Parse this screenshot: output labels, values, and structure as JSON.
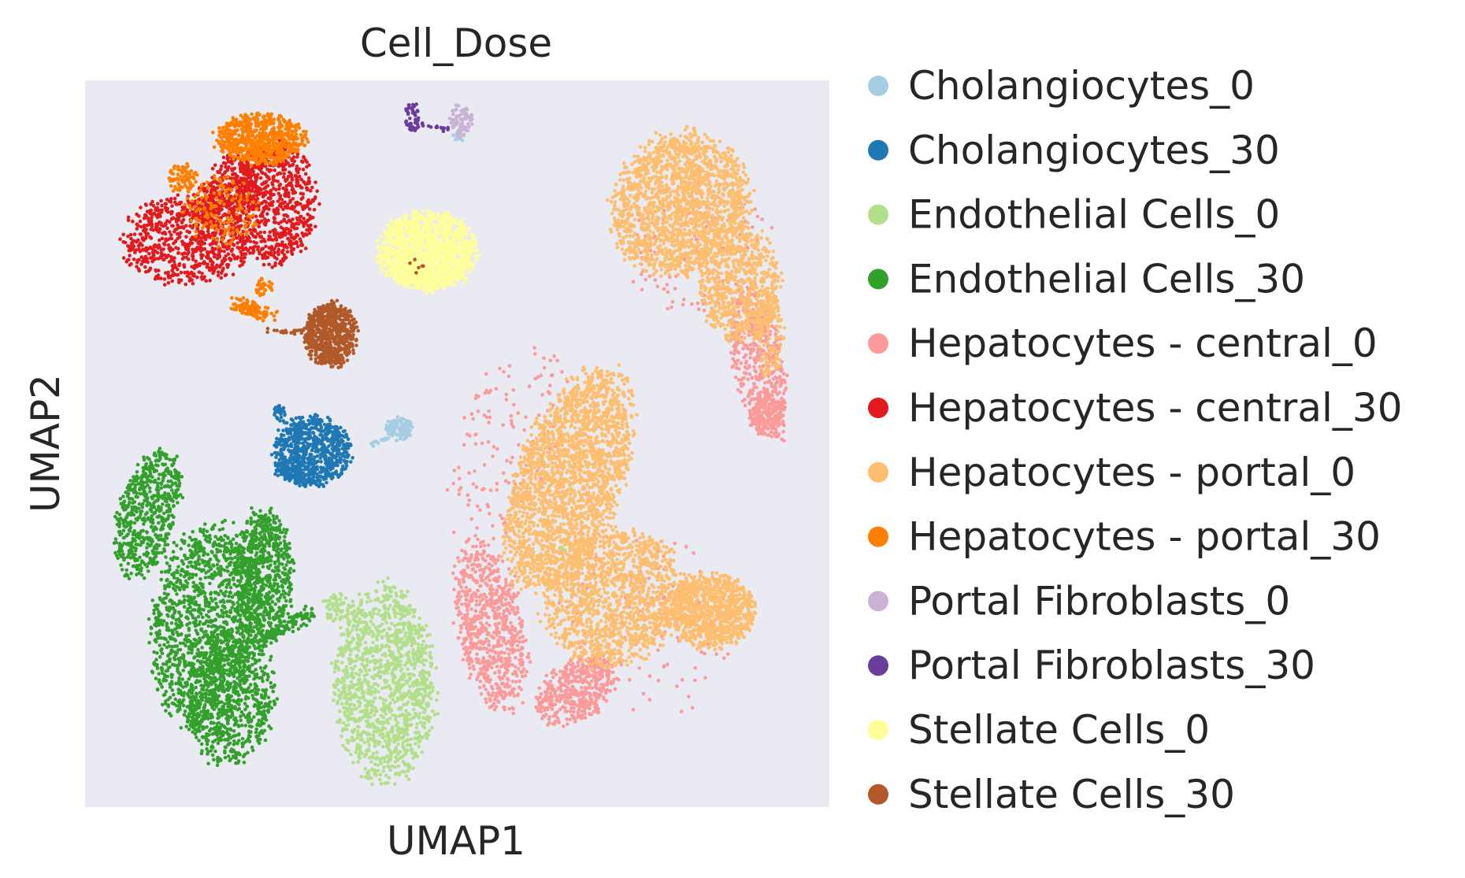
{
  "chart_data": {
    "type": "scatter",
    "title": "Cell_Dose",
    "xlabel": "UMAP1",
    "ylabel": "UMAP2",
    "xlim": [
      0,
      1
    ],
    "ylim": [
      0,
      1
    ],
    "grid": false,
    "legend_position": "right-outside",
    "background": "#eaeaf2",
    "series": [
      {
        "name": "Cholangiocytes_0",
        "color": "#a6cee3",
        "clusters": [
          {
            "cx": 0.422,
            "cy": 0.521,
            "rx": 0.018,
            "ry": 0.016,
            "n": 110,
            "shape": "blob",
            "angle": 0
          },
          {
            "cx": 0.398,
            "cy": 0.505,
            "rx": 0.02,
            "ry": 0.006,
            "n": 14,
            "shape": "band",
            "angle": 25
          },
          {
            "cx": 0.5,
            "cy": 0.922,
            "rx": 0.004,
            "ry": 0.012,
            "n": 10,
            "shape": "band",
            "angle": 80
          }
        ]
      },
      {
        "name": "Cholangiocytes_30",
        "color": "#1f78b4",
        "clusters": [
          {
            "cx": 0.305,
            "cy": 0.49,
            "rx": 0.052,
            "ry": 0.048,
            "n": 780,
            "shape": "blob",
            "angle": 0
          },
          {
            "cx": 0.275,
            "cy": 0.455,
            "rx": 0.022,
            "ry": 0.01,
            "n": 70,
            "shape": "band",
            "angle": -30
          },
          {
            "cx": 0.262,
            "cy": 0.542,
            "rx": 0.008,
            "ry": 0.012,
            "n": 30,
            "shape": "blob",
            "angle": 0
          }
        ]
      },
      {
        "name": "Endothelial Cells_0",
        "color": "#b2df8a",
        "clusters": [
          {
            "cx": 0.403,
            "cy": 0.17,
            "rx": 0.068,
            "ry": 0.135,
            "n": 1350,
            "shape": "blob",
            "angle": 0
          },
          {
            "cx": 0.34,
            "cy": 0.275,
            "rx": 0.022,
            "ry": 0.018,
            "n": 60,
            "shape": "blob",
            "angle": 0
          },
          {
            "cx": 0.645,
            "cy": 0.355,
            "rx": 0.008,
            "ry": 0.005,
            "n": 6,
            "shape": "blob",
            "angle": 0
          }
        ]
      },
      {
        "name": "Endothelial Cells_30",
        "color": "#33a02c",
        "clusters": [
          {
            "cx": 0.162,
            "cy": 0.25,
            "rx": 0.072,
            "ry": 0.14,
            "n": 1300,
            "shape": "blob",
            "angle": -7
          },
          {
            "cx": 0.195,
            "cy": 0.155,
            "rx": 0.06,
            "ry": 0.095,
            "n": 800,
            "shape": "blob",
            "angle": -5
          },
          {
            "cx": 0.24,
            "cy": 0.32,
            "rx": 0.04,
            "ry": 0.09,
            "n": 700,
            "shape": "blob",
            "angle": 0
          },
          {
            "cx": 0.085,
            "cy": 0.405,
            "rx": 0.04,
            "ry": 0.09,
            "n": 600,
            "shape": "blob",
            "angle": -15
          },
          {
            "cx": 0.272,
            "cy": 0.25,
            "rx": 0.04,
            "ry": 0.014,
            "n": 110,
            "shape": "band",
            "angle": 30
          }
        ]
      },
      {
        "name": "Hepatocytes - central_0",
        "color": "#fb9a99",
        "clusters": [
          {
            "cx": 0.545,
            "cy": 0.25,
            "rx": 0.045,
            "ry": 0.12,
            "n": 750,
            "shape": "blob",
            "angle": 10
          },
          {
            "cx": 0.66,
            "cy": 0.16,
            "rx": 0.06,
            "ry": 0.04,
            "n": 450,
            "shape": "blob",
            "angle": 35
          },
          {
            "cx": 0.905,
            "cy": 0.61,
            "rx": 0.035,
            "ry": 0.11,
            "n": 500,
            "shape": "blob",
            "angle": 10
          },
          {
            "cx": 0.915,
            "cy": 0.54,
            "rx": 0.022,
            "ry": 0.03,
            "n": 160,
            "shape": "blob",
            "angle": 0
          },
          {
            "cx": 0.57,
            "cy": 0.5,
            "rx": 0.07,
            "ry": 0.15,
            "n": 150,
            "shape": "blob",
            "angle": -20
          },
          {
            "cx": 0.825,
            "cy": 0.77,
            "rx": 0.09,
            "ry": 0.1,
            "n": 140,
            "shape": "blob",
            "angle": -35
          },
          {
            "cx": 0.76,
            "cy": 0.25,
            "rx": 0.11,
            "ry": 0.12,
            "n": 120,
            "shape": "blob",
            "angle": 45
          }
        ]
      },
      {
        "name": "Hepatocytes - central_30",
        "color": "#e31a1c",
        "clusters": [
          {
            "cx": 0.135,
            "cy": 0.78,
            "rx": 0.085,
            "ry": 0.06,
            "n": 750,
            "shape": "blob",
            "angle": 0
          },
          {
            "cx": 0.25,
            "cy": 0.83,
            "rx": 0.06,
            "ry": 0.085,
            "n": 800,
            "shape": "blob",
            "angle": 0
          },
          {
            "cx": 0.2,
            "cy": 0.86,
            "rx": 0.03,
            "ry": 0.04,
            "n": 200,
            "shape": "blob",
            "angle": 0
          },
          {
            "cx": 0.165,
            "cy": 0.83,
            "rx": 0.02,
            "ry": 0.03,
            "n": 120,
            "shape": "blob",
            "angle": 0
          }
        ]
      },
      {
        "name": "Hepatocytes - portal_0",
        "color": "#fdbf6f",
        "clusters": [
          {
            "cx": 0.65,
            "cy": 0.45,
            "rx": 0.07,
            "ry": 0.16,
            "n": 2200,
            "shape": "blob",
            "angle": -20
          },
          {
            "cx": 0.71,
            "cy": 0.29,
            "rx": 0.09,
            "ry": 0.1,
            "n": 1400,
            "shape": "blob",
            "angle": -40
          },
          {
            "cx": 0.84,
            "cy": 0.27,
            "rx": 0.06,
            "ry": 0.05,
            "n": 1000,
            "shape": "blob",
            "angle": 0
          },
          {
            "cx": 0.8,
            "cy": 0.83,
            "rx": 0.09,
            "ry": 0.1,
            "n": 1800,
            "shape": "blob",
            "angle": -30
          },
          {
            "cx": 0.88,
            "cy": 0.72,
            "rx": 0.055,
            "ry": 0.08,
            "n": 700,
            "shape": "blob",
            "angle": 0
          },
          {
            "cx": 0.92,
            "cy": 0.65,
            "rx": 0.02,
            "ry": 0.06,
            "n": 120,
            "shape": "blob",
            "angle": 0
          }
        ]
      },
      {
        "name": "Hepatocytes - portal_30",
        "color": "#ff7f00",
        "clusters": [
          {
            "cx": 0.235,
            "cy": 0.92,
            "rx": 0.06,
            "ry": 0.035,
            "n": 650,
            "shape": "blob",
            "angle": 0
          },
          {
            "cx": 0.13,
            "cy": 0.865,
            "rx": 0.02,
            "ry": 0.02,
            "n": 80,
            "shape": "blob",
            "angle": 0
          },
          {
            "cx": 0.185,
            "cy": 0.82,
            "rx": 0.05,
            "ry": 0.05,
            "n": 150,
            "shape": "blob",
            "angle": 0
          },
          {
            "cx": 0.225,
            "cy": 0.685,
            "rx": 0.01,
            "ry": 0.04,
            "n": 110,
            "shape": "band",
            "angle": 68
          },
          {
            "cx": 0.24,
            "cy": 0.715,
            "rx": 0.012,
            "ry": 0.012,
            "n": 30,
            "shape": "blob",
            "angle": 0
          }
        ]
      },
      {
        "name": "Portal Fibroblasts_0",
        "color": "#cab2d6",
        "clusters": [
          {
            "cx": 0.505,
            "cy": 0.945,
            "rx": 0.015,
            "ry": 0.022,
            "n": 80,
            "shape": "blob",
            "angle": 0
          }
        ]
      },
      {
        "name": "Portal Fibroblasts_30",
        "color": "#6a3d9a",
        "clusters": [
          {
            "cx": 0.44,
            "cy": 0.95,
            "rx": 0.01,
            "ry": 0.02,
            "n": 50,
            "shape": "blob",
            "angle": 0
          },
          {
            "cx": 0.472,
            "cy": 0.935,
            "rx": 0.02,
            "ry": 0.004,
            "n": 15,
            "shape": "band",
            "angle": -10
          }
        ]
      },
      {
        "name": "Stellate Cells_0",
        "color": "#ffff99",
        "clusters": [
          {
            "cx": 0.46,
            "cy": 0.765,
            "rx": 0.065,
            "ry": 0.055,
            "n": 1300,
            "shape": "blob",
            "angle": 0
          }
        ]
      },
      {
        "name": "Stellate Cells_30",
        "color": "#b15928",
        "clusters": [
          {
            "cx": 0.33,
            "cy": 0.65,
            "rx": 0.035,
            "ry": 0.045,
            "n": 700,
            "shape": "blob",
            "angle": 0
          },
          {
            "cx": 0.27,
            "cy": 0.655,
            "rx": 0.025,
            "ry": 0.005,
            "n": 25,
            "shape": "band",
            "angle": 0
          },
          {
            "cx": 0.445,
            "cy": 0.745,
            "rx": 0.01,
            "ry": 0.01,
            "n": 6,
            "shape": "blob",
            "angle": 0
          }
        ]
      }
    ]
  }
}
